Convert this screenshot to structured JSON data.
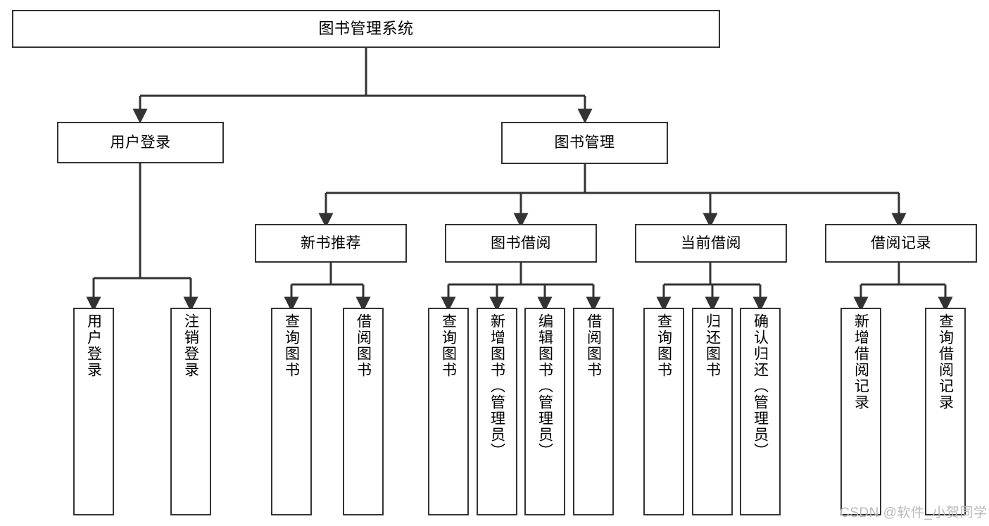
{
  "diagram": {
    "type": "hierarchy-tree",
    "title": "图书管理系统",
    "root": {
      "label": "图书管理系统"
    },
    "level2": [
      {
        "label": "用户登录"
      },
      {
        "label": "图书管理"
      }
    ],
    "level3": [
      {
        "label": "新书推荐"
      },
      {
        "label": "图书借阅"
      },
      {
        "label": "当前借阅"
      },
      {
        "label": "借阅记录"
      }
    ],
    "leaves": {
      "user_login": [
        {
          "label": "用户登录"
        },
        {
          "label": "注销登录"
        }
      ],
      "new_book_recommend": [
        {
          "label": "查询图书"
        },
        {
          "label": "借阅图书"
        }
      ],
      "book_borrow": [
        {
          "label": "查询图书"
        },
        {
          "label": "新增图书（管理员）"
        },
        {
          "label": "编辑图书（管理员）"
        },
        {
          "label": "借阅图书"
        }
      ],
      "current_borrow": [
        {
          "label": "查询图书"
        },
        {
          "label": "归还图书"
        },
        {
          "label": "确认归还（管理员）"
        }
      ],
      "borrow_record": [
        {
          "label": "新增借阅记录"
        },
        {
          "label": "查询借阅记录"
        }
      ]
    }
  },
  "watermark": {
    "text": "CSDN @软件_小贺同学"
  },
  "colors": {
    "box_border": "#333333",
    "box_fill": "#ffffff",
    "line": "#333333",
    "text": "#000000",
    "watermark": "#b9b9b9",
    "background": "#ffffff"
  }
}
